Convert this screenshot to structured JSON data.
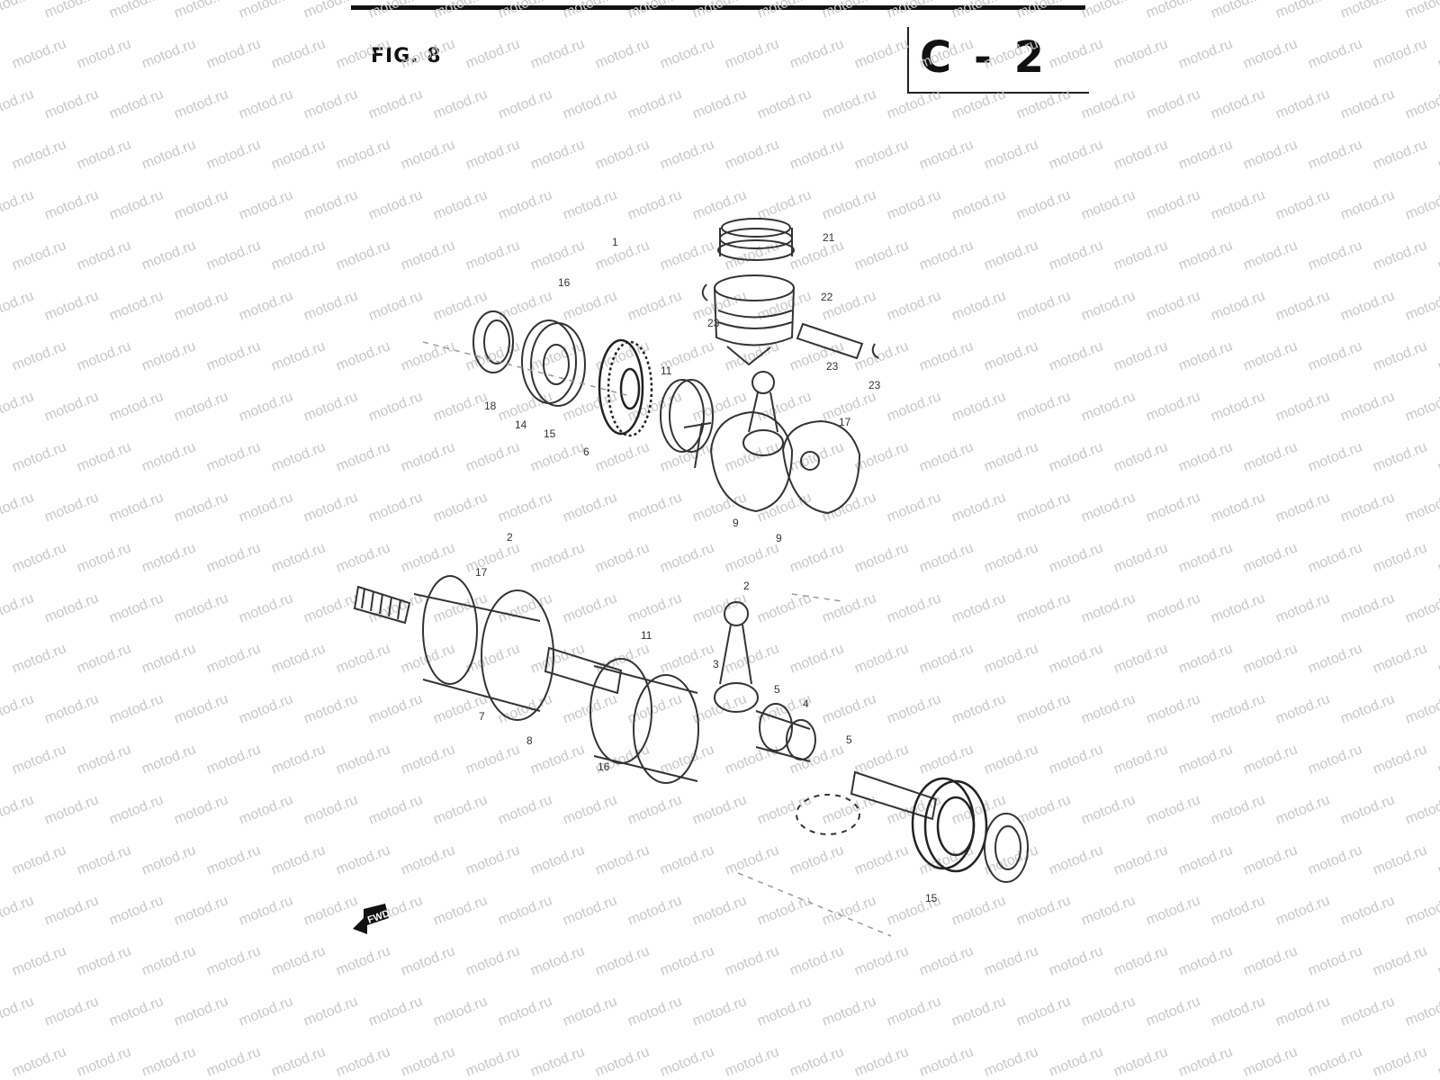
{
  "header": {
    "figure_label": "FIG. 8",
    "section_code": "C - 2"
  },
  "watermark": {
    "text": "motod.ru",
    "color": "#c8c8c8"
  },
  "diagram": {
    "direction_badge": "FWD",
    "callouts": [
      "21",
      "22",
      "23",
      "23",
      "23",
      "1",
      "16",
      "18",
      "14",
      "15",
      "6",
      "11",
      "9",
      "9",
      "17",
      "2",
      "17",
      "2",
      "11",
      "3",
      "5",
      "4",
      "7",
      "8",
      "16",
      "5",
      "15"
    ]
  },
  "colors": {
    "ink": "#111111",
    "line": "#333333",
    "faint": "#9a9a9a"
  }
}
